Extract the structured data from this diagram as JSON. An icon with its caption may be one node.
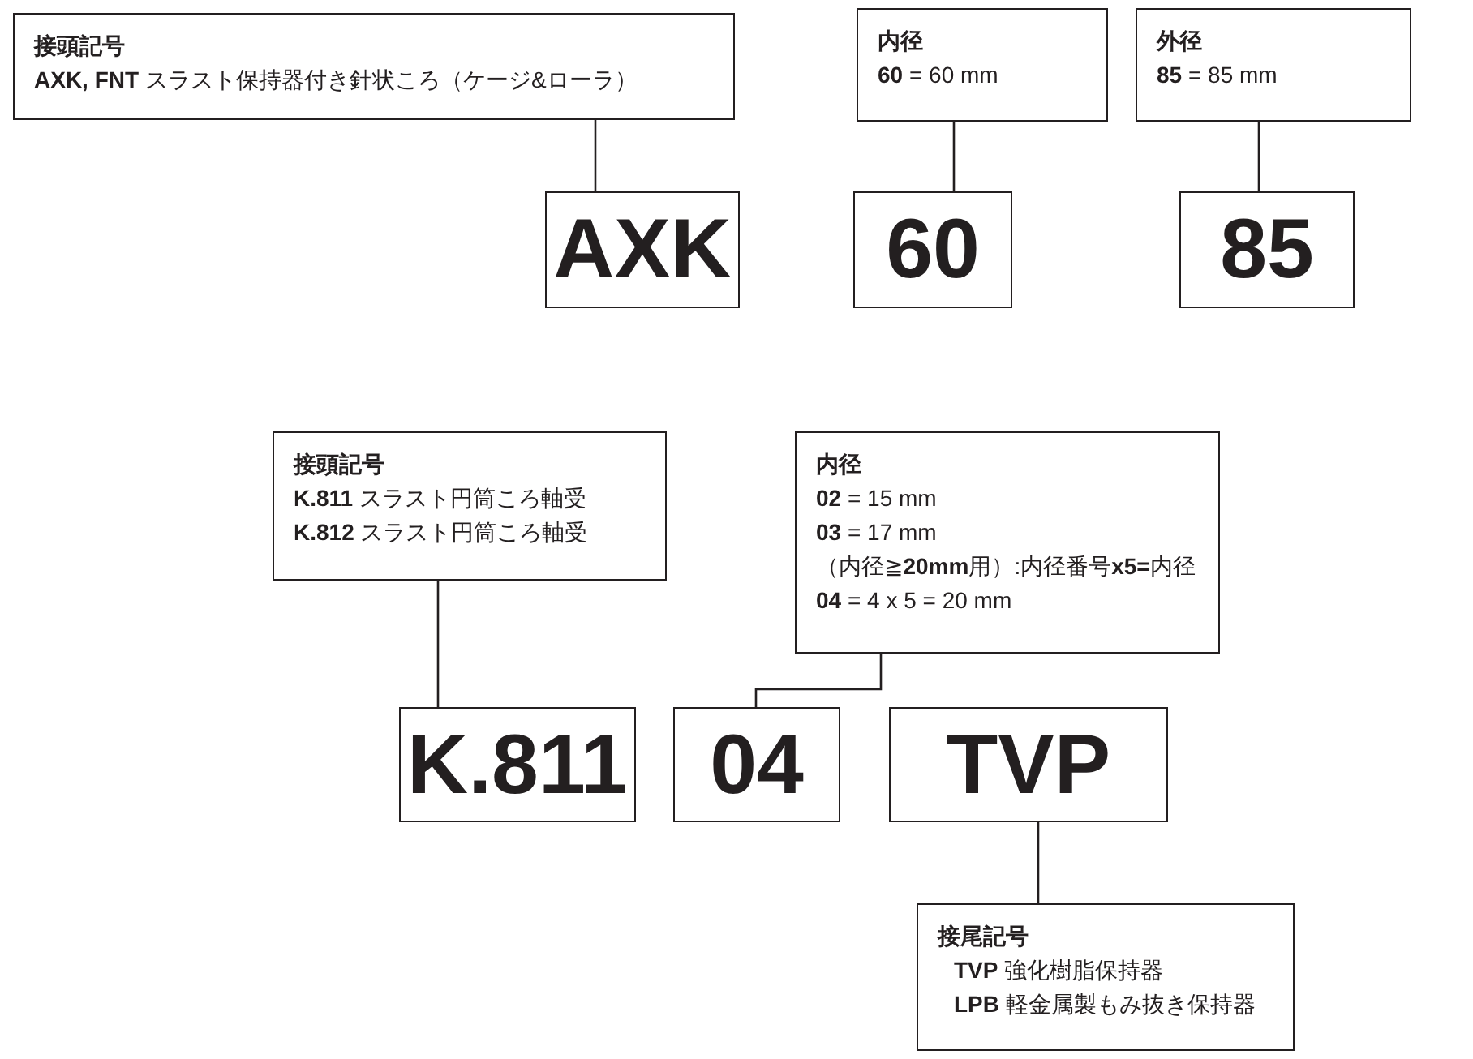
{
  "diagram": {
    "nodes": [
      {
        "text": [
          "接頭記号",
          "**AXK, FNT** スラスト保持器付き針状ころ（ケージ&ローラ）"
        ]
      },
      {
        "text": [
          "内径",
          "**60** = 60 mm"
        ]
      },
      {
        "text": [
          "外径",
          "**85** = 85 mm"
        ]
      },
      {
        "text": [
          "AXK"
        ]
      },
      {
        "text": [
          "60"
        ]
      },
      {
        "text": [
          "85"
        ]
      },
      {
        "text": [
          "接頭記号",
          "**K.811** スラスト円筒ころ軸受",
          "**K.812** スラスト円筒ころ軸受"
        ]
      },
      {
        "text": [
          "内径",
          "**02** = 15 mm",
          "**03** = 17 mm",
          "（内径≧**20mm**用）:内径番号**x5=**内径",
          "**04** = 4 x 5 = 20 mm"
        ]
      },
      {
        "text": [
          "K.811"
        ]
      },
      {
        "text": [
          "04"
        ]
      },
      {
        "text": [
          "TVP"
        ]
      },
      {
        "text": [
          "接尾記号",
          "**TVP** 強化樹脂保持器",
          "**LPB** 軽金属製もみ抜き保持器"
        ]
      }
    ],
    "edges": [
      {
        "from": 0,
        "to": 3,
        "arrow": "none"
      },
      {
        "from": 1,
        "to": 4,
        "arrow": "none"
      },
      {
        "from": 2,
        "to": 5,
        "arrow": "none"
      },
      {
        "from": 6,
        "to": 8,
        "arrow": "none"
      },
      {
        "from": 7,
        "to": 9,
        "arrow": "none"
      },
      {
        "from": 11,
        "to": 10,
        "arrow": "none"
      }
    ]
  }
}
